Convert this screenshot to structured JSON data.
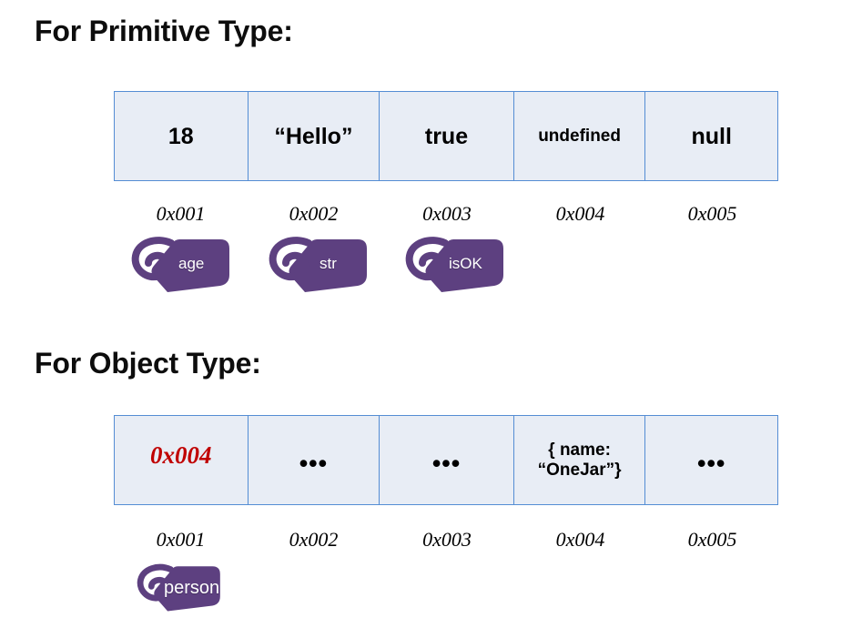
{
  "slide": {
    "background": "#ffffff",
    "accent_purple": "#5d4080",
    "table_fill": "#e8edf5",
    "table_border": "#548dd4",
    "pointer_red": "#c00000"
  },
  "sections": [
    {
      "heading": "For Primitive Type:",
      "table": {
        "cells": [
          {
            "text": "18",
            "style": "large"
          },
          {
            "text": "“Hello”",
            "style": "large"
          },
          {
            "text": "true",
            "style": "large"
          },
          {
            "text": "undefined",
            "style": "small"
          },
          {
            "text": "null",
            "style": "large"
          }
        ]
      },
      "addresses": [
        "0x001",
        "0x002",
        "0x003",
        "0x004",
        "0x005"
      ],
      "tags": [
        {
          "label": "age",
          "icon": "luggage-tag-icon"
        },
        {
          "label": "str",
          "icon": "luggage-tag-icon"
        },
        {
          "label": "isOK",
          "icon": "luggage-tag-icon"
        }
      ]
    },
    {
      "heading": "For Object Type:",
      "table": {
        "cells": [
          {
            "text": "0x004",
            "style": "pointer"
          },
          {
            "text": "•••",
            "style": "dots"
          },
          {
            "text": "•••",
            "style": "dots"
          },
          {
            "text": "{ name:\n“OneJar”}",
            "style": "medium"
          },
          {
            "text": "•••",
            "style": "dots"
          }
        ]
      },
      "addresses": [
        "0x001",
        "0x002",
        "0x003",
        "0x004",
        "0x005"
      ],
      "tags": [
        {
          "label": "person",
          "icon": "luggage-tag-icon"
        }
      ]
    }
  ]
}
